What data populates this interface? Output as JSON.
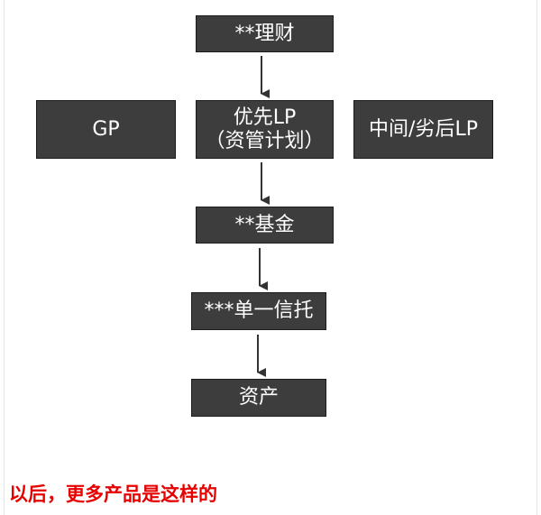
{
  "flow": {
    "top_label": "**理财",
    "gp_label": "GP",
    "senior_lp_line1": "优先LP",
    "senior_lp_line2": "（资管计划）",
    "junior_lp_label": "中间/劣后LP",
    "fund_label": "**基金",
    "trust_label": "***单一信托",
    "asset_label": "资产"
  },
  "caption": "以后，更多产品是这样的",
  "colors": {
    "box_fill": "#3d3d3d",
    "box_text": "#ffffff",
    "arrow": "#333333",
    "caption": "#e60000"
  }
}
